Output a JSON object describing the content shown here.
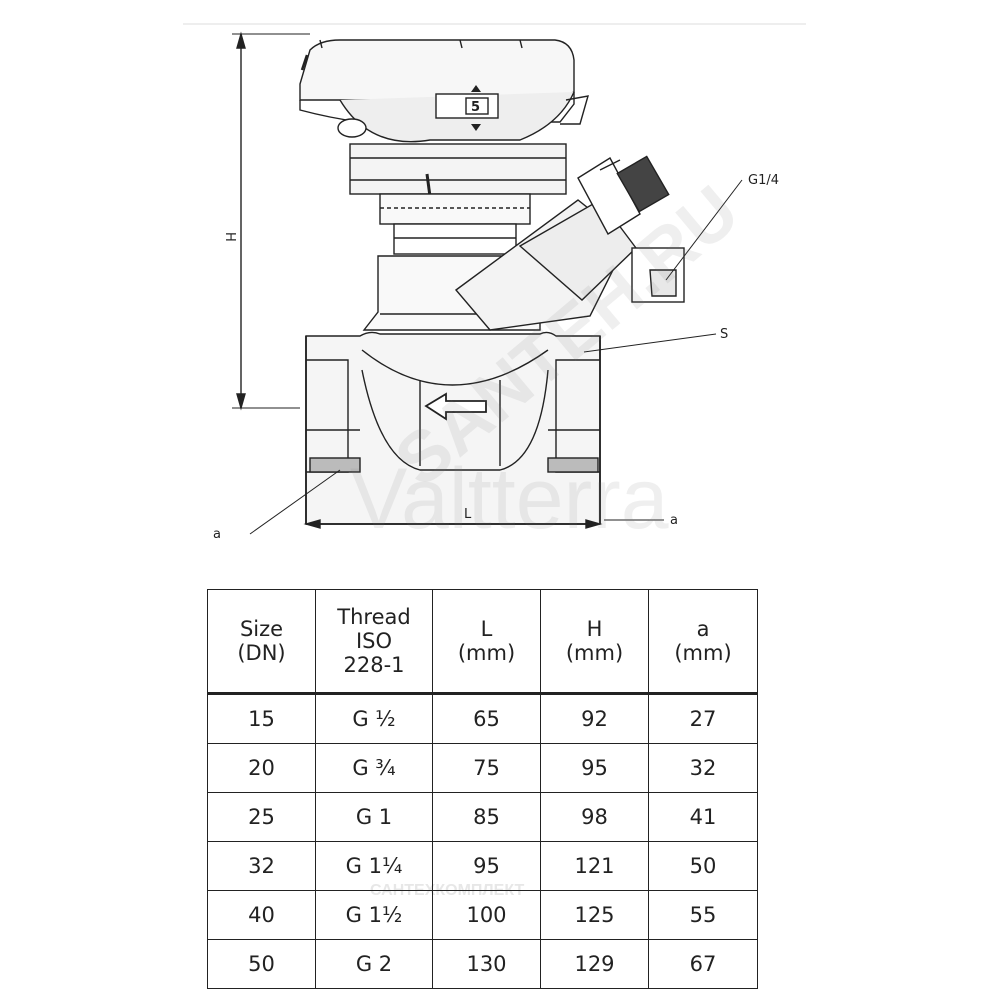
{
  "drawing": {
    "dim_h": "H",
    "dim_l": "L",
    "label_thread": "G1/4",
    "label_s": "S",
    "label_a_left": "a",
    "label_a_right": "a",
    "indicator": "5"
  },
  "watermark": {
    "brand": "Valtterra",
    "site": "SANTEH.RU",
    "small": "САНТЕХКОМПЛЕКТ"
  },
  "table": {
    "headers": [
      [
        "Size",
        "(DN)"
      ],
      [
        "Thread",
        "ISO",
        "228-1"
      ],
      [
        "L",
        "(mm)"
      ],
      [
        "H",
        "(mm)"
      ],
      [
        "a",
        "(mm)"
      ]
    ],
    "rows": [
      [
        "15",
        "G ½",
        "65",
        "92",
        "27"
      ],
      [
        "20",
        "G ¾",
        "75",
        "95",
        "32"
      ],
      [
        "25",
        "G 1",
        "85",
        "98",
        "41"
      ],
      [
        "32",
        "G 1¼",
        "95",
        "121",
        "50"
      ],
      [
        "40",
        "G 1½",
        "100",
        "125",
        "55"
      ],
      [
        "50",
        "G 2",
        "130",
        "129",
        "67"
      ]
    ]
  }
}
